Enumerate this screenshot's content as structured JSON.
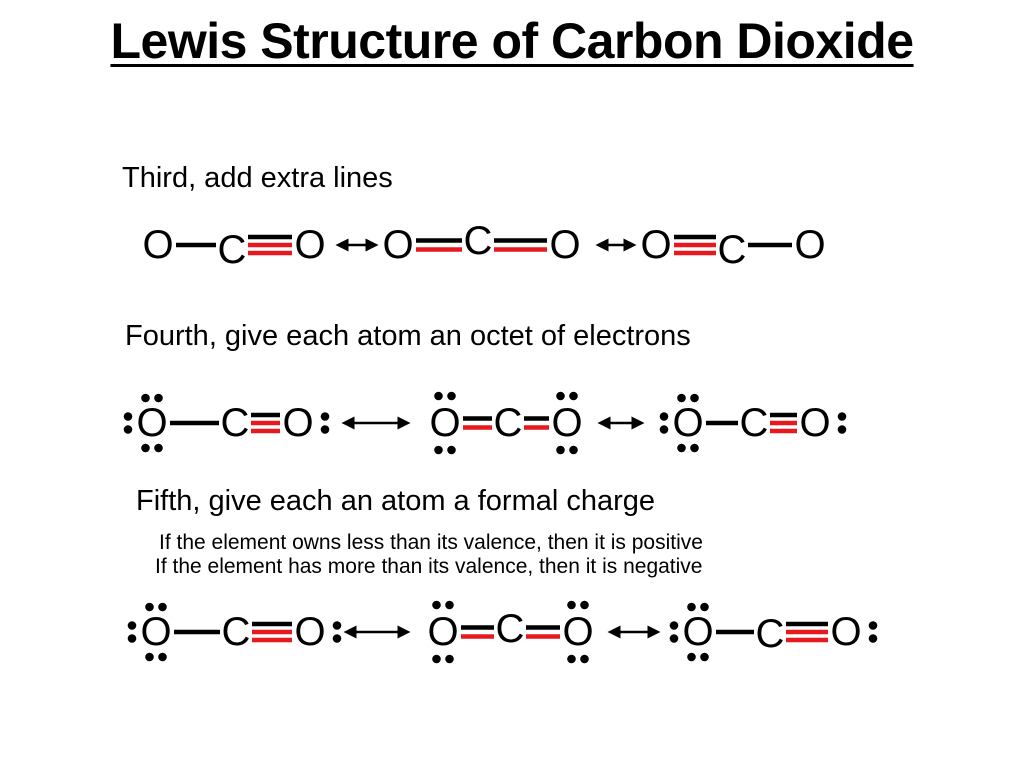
{
  "title": "Lewis Structure of Carbon Dioxide",
  "steps": [
    {
      "label": "Third, add extra lines"
    },
    {
      "label": "Fourth, give each atom an octet of electrons"
    },
    {
      "label": "Fifth, give each an atom a formal charge",
      "notes": [
        "If the element owns less than its valence, then it is positive",
        "If the element has more than its valence, then it is negative"
      ]
    }
  ],
  "atoms": {
    "oxygen": "O",
    "carbon": "C"
  },
  "colors": {
    "bond_original": "#000000",
    "bond_added": "#e8181f",
    "text": "#000000"
  },
  "resonance_rows": [
    {
      "step": 3,
      "structures": [
        {
          "left_bond": "single",
          "right_bond": "triple",
          "lone_pairs": {
            "left_o": 0,
            "right_o": 0
          }
        },
        {
          "left_bond": "double",
          "right_bond": "double",
          "lone_pairs": {
            "left_o": 0,
            "right_o": 0
          }
        },
        {
          "left_bond": "triple",
          "right_bond": "single",
          "lone_pairs": {
            "left_o": 0,
            "right_o": 0
          }
        }
      ]
    },
    {
      "step": 4,
      "structures": [
        {
          "left_bond": "single",
          "right_bond": "triple",
          "lone_pairs": {
            "left_o": 3,
            "right_o": 1
          }
        },
        {
          "left_bond": "double",
          "right_bond": "double",
          "lone_pairs": {
            "left_o": 2,
            "right_o": 2
          }
        },
        {
          "left_bond": "single",
          "right_bond": "triple",
          "lone_pairs": {
            "left_o": 3,
            "right_o": 1
          }
        }
      ]
    },
    {
      "step": 5,
      "structures": [
        {
          "left_bond": "single",
          "right_bond": "triple",
          "lone_pairs": {
            "left_o": 3,
            "right_o": 1
          }
        },
        {
          "left_bond": "double",
          "right_bond": "double",
          "lone_pairs": {
            "left_o": 2,
            "right_o": 2
          }
        },
        {
          "left_bond": "single",
          "right_bond": "triple",
          "lone_pairs": {
            "left_o": 3,
            "right_o": 1
          }
        }
      ]
    }
  ]
}
